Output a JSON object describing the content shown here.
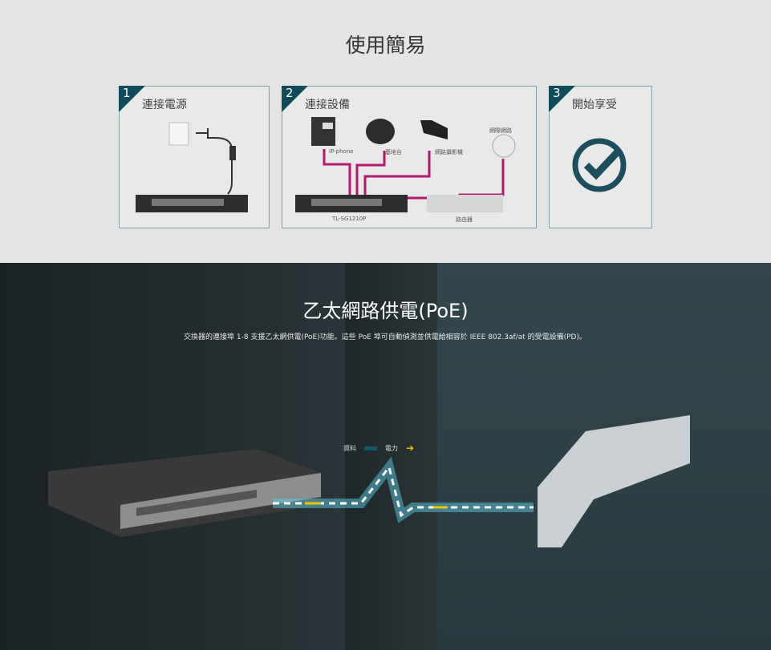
{
  "easy": {
    "title": "使用簡易",
    "steps": [
      {
        "num": "1",
        "title": "連接電源"
      },
      {
        "num": "2",
        "title": "連接設備",
        "labels": {
          "phone": "IP-phone",
          "ap": "基地台",
          "camera": "網路攝影機",
          "internet": "網際網路",
          "switch": "TL-SG1210P",
          "router": "路由器"
        }
      },
      {
        "num": "3",
        "title": "開始享受"
      }
    ]
  },
  "poe": {
    "title": "乙太網路供電(PoE)",
    "description": "交換器的連接埠 1-8 支援乙太網供電(PoE)功能。這些 PoE 埠可自動偵測並供電給相容於 IEEE 802.3af/at 的受電設備(PD)。",
    "legend": {
      "data": "資料",
      "power": "電力"
    }
  },
  "colors": {
    "accent": "#0e4c5c",
    "cable": "#b5186e",
    "check": "#1b4f5e",
    "power": "#f2c400",
    "data": "#0e5c66"
  }
}
